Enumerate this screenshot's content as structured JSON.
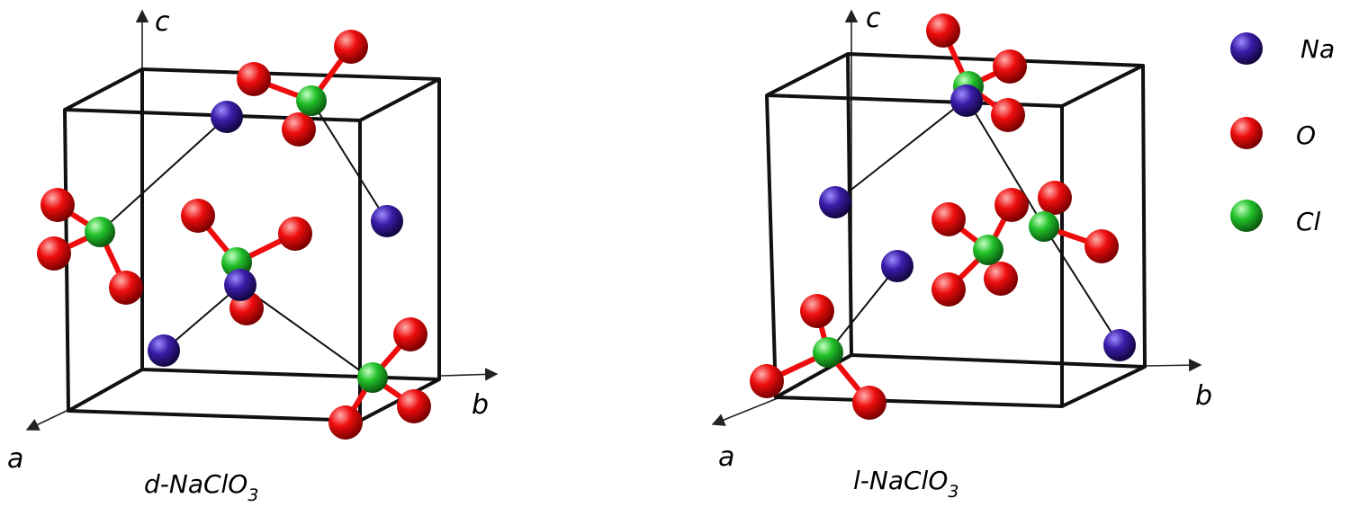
{
  "structures": [
    {
      "caption_prefix": "d-NaClO",
      "caption_subscript": "3",
      "axes": {
        "c": "c",
        "b": "b",
        "a": "a"
      }
    },
    {
      "caption_prefix": "l-NaClO",
      "caption_subscript": "3",
      "axes": {
        "c": "c",
        "b": "b",
        "a": "a"
      }
    }
  ],
  "legend": [
    {
      "label": "Na",
      "element": "Na",
      "color": "#3a1ca8"
    },
    {
      "label": "O",
      "element": "O",
      "color": "#ee0d0d"
    },
    {
      "label": "Cl",
      "element": "Cl",
      "color": "#22c12a"
    }
  ],
  "colors": {
    "Na": "#3a1ca8",
    "O": "#ee0d0d",
    "Cl": "#22c12a",
    "frame": "#111111"
  }
}
